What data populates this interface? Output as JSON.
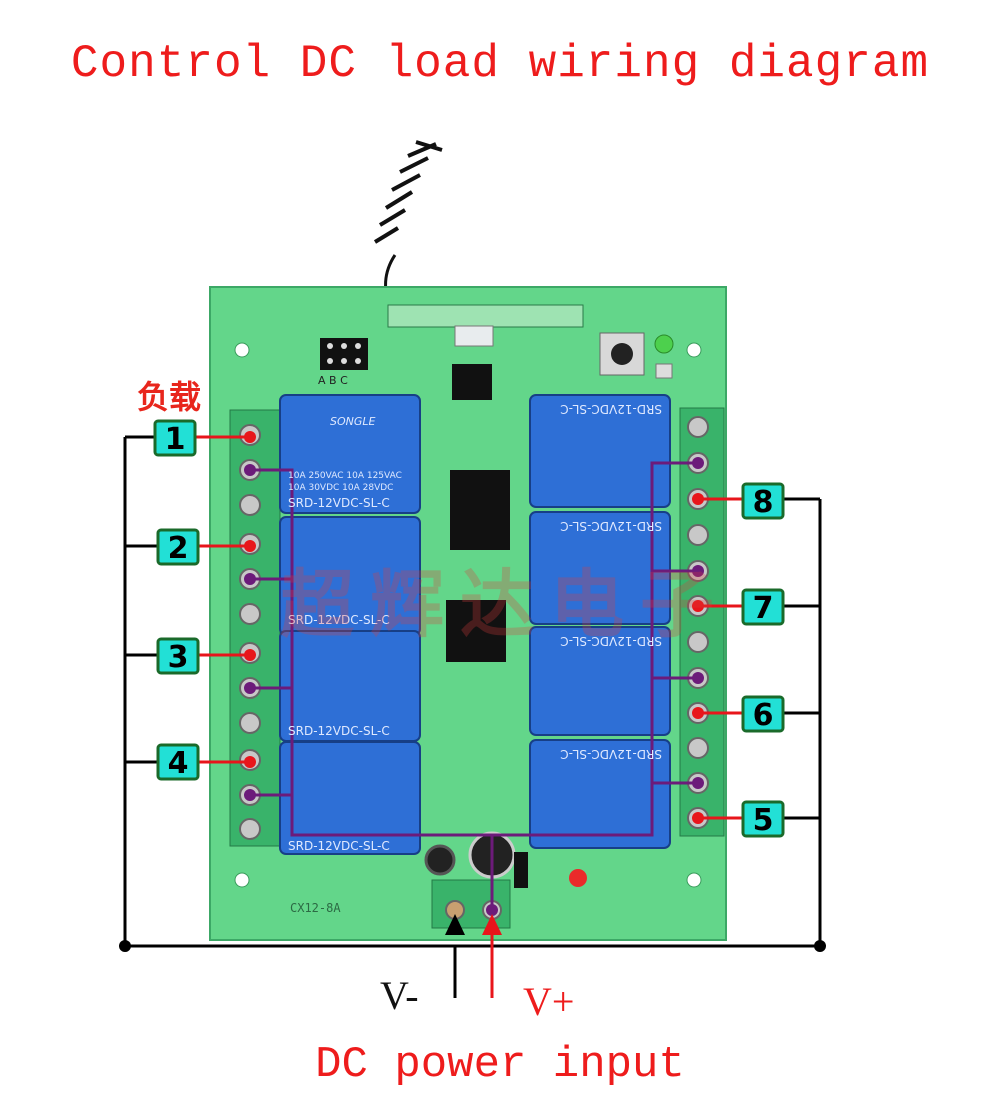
{
  "title": "Control DC load wiring diagram",
  "load_label": "负载",
  "channels_left": [
    "1",
    "2",
    "3",
    "4"
  ],
  "channels_right": [
    "8",
    "7",
    "6",
    "5"
  ],
  "relay_top_text": "SONGLE",
  "relay_ratings_a": "10A 250VAC  10A 125VAC",
  "relay_ratings_b": "10A 30VDC  10A 28VDC",
  "relay_model": "SRD-12VDC-SL-C",
  "board_model": "CX12-8A",
  "header_labels": "A B C",
  "watermark": "超辉达电子",
  "v_minus": "V-",
  "v_plus": "V+",
  "power_label": "DC power input",
  "colors": {
    "title_red": "#ee1c1c",
    "pcb_green": "#63d68a",
    "relay_blue": "#2e6fd6",
    "badge_cyan": "#22e0d6",
    "wire_purple": "#6c1b7a",
    "wire_red": "#e8151b",
    "wire_black": "#000000"
  }
}
